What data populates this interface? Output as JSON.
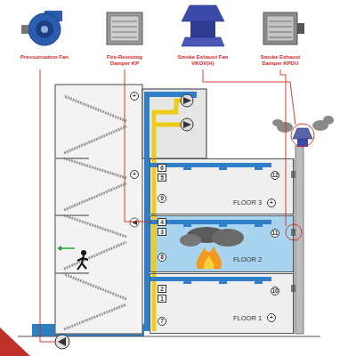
{
  "diagram": {
    "nodes": [
      {
        "text": [
          "+"
        ]
      },
      {
        "text": [
          "+"
        ]
      },
      {
        "text": [
          "FLOOR 3"
        ]
      },
      {
        "text": [
          "6"
        ],
        "in": 2
      },
      {
        "text": [
          "12"
        ],
        "in": 2
      },
      {
        "text": [
          "5"
        ],
        "in": 2
      },
      {
        "text": [
          "9"
        ],
        "in": 2
      },
      {
        "text": [
          "+"
        ],
        "in": 2
      },
      {
        "text": [
          "FLOOR 2"
        ]
      },
      {
        "text": [
          "4"
        ],
        "in": 8
      },
      {
        "text": [
          "3"
        ],
        "in": 8
      },
      {
        "text": [
          "11"
        ],
        "in": 8
      },
      {
        "text": [
          "8"
        ],
        "in": 8
      },
      {
        "text": [
          "FLOOR 1"
        ]
      },
      {
        "text": [
          "2"
        ],
        "in": 13
      },
      {
        "text": [
          "1"
        ],
        "in": 13
      },
      {
        "text": [
          "10"
        ],
        "in": 13
      },
      {
        "text": [
          "7"
        ],
        "in": 13
      },
      {
        "text": [
          "+"
        ],
        "in": 13
      }
    ],
    "labels": [
      "Pressurisation Fan",
      "Fire-Resisting Damper KP",
      "Smoke Exhaust Fan VKOV(H)",
      "Smoke Exhaust Damper KPDU"
    ]
  }
}
